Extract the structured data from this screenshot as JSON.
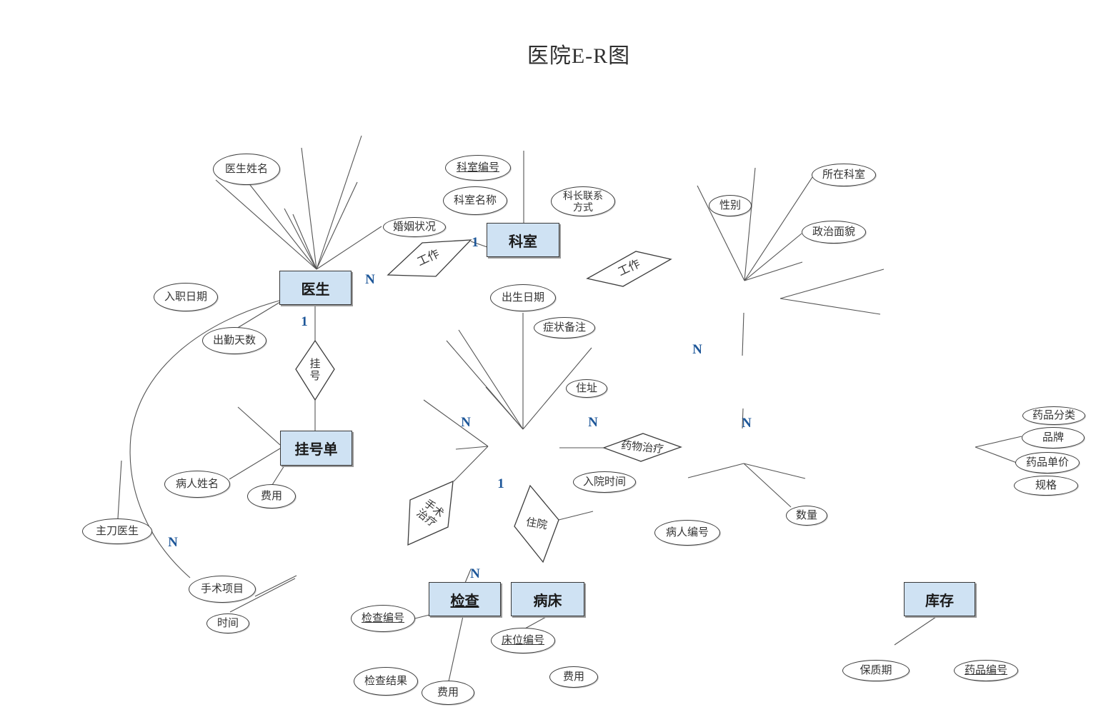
{
  "title": "医院E-R图",
  "entities": {
    "doctor": "医生",
    "department": "科室",
    "registration_form": "挂号单",
    "examination": "检查",
    "sickbed": "病床",
    "inventory": "库存"
  },
  "relationships": {
    "register": "挂号",
    "work_left": "工作",
    "work_right": "工作",
    "surgery_treatment": "手术治疗",
    "hospitalization": "住院",
    "drug_treatment": "药物治疗"
  },
  "attributes": {
    "doctor_name": "医生姓名",
    "hire_date": "入职日期",
    "attendance_days": "出勤天数",
    "marital_status": "婚姻状况",
    "chief_surgeon": "主刀医生",
    "patient_name": "病人姓名",
    "reg_fee": "费用",
    "surgery_item": "手术项目",
    "surgery_time": "时间",
    "dept_no": "科室编号",
    "dept_name": "科室名称",
    "dept_head_contact": "科长联系方式",
    "birth_date": "出生日期",
    "symptom_note": "症状备注",
    "address": "住址",
    "admission_time": "入院时间",
    "gender": "性别",
    "located_dept": "所在科室",
    "political_status": "政治面貌",
    "patient_no": "病人编号",
    "quantity": "数量",
    "drug_category": "药品分类",
    "brand": "品牌",
    "drug_unit_price": "药品单价",
    "spec": "规格",
    "exam_no": "检查编号",
    "exam_result": "检查结果",
    "exam_fee": "费用",
    "bed_no": "床位编号",
    "bed_fee": "费用",
    "shelf_life": "保质期",
    "drug_no": "药品编号"
  },
  "cardinality": {
    "n_doctor_work": "N",
    "one_work_dept": "1",
    "one_doctor_register": "1",
    "n_patient_left": "N",
    "n_patient_right": "N",
    "one_patient_bottom": "1",
    "n_surgeon_arc": "N",
    "n_examination": "N",
    "n_right_upper": "N",
    "n_right_lower": "N"
  },
  "colors": {
    "entity_fill": "#cfe2f3",
    "connector": "#555555",
    "cardinality_text": "#1e5799"
  }
}
